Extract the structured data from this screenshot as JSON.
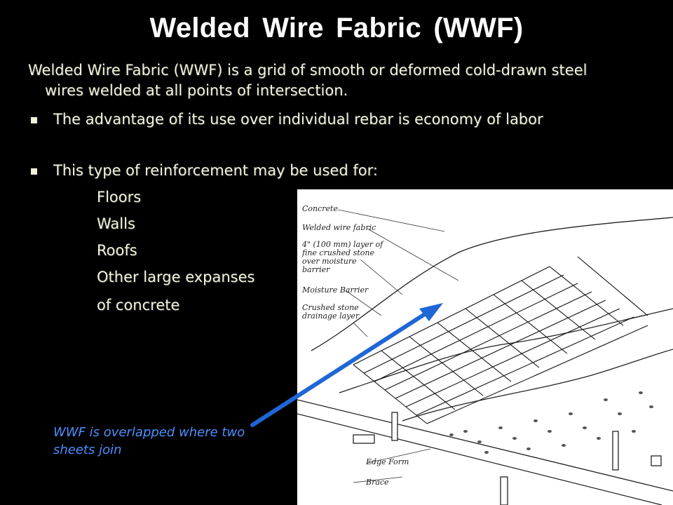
{
  "slide": {
    "title": "Welded Wire Fabric  (WWF)",
    "intro": "Welded Wire Fabric (WWF) is a grid of smooth or deformed cold-drawn steel wires welded at all points of intersection.",
    "bullets": [
      "The advantage of its use over individual rebar is economy of labor",
      "This type of reinforcement may be used for:"
    ],
    "uses": [
      "Floors",
      "Walls",
      "Roofs",
      "Other large expanses",
      "of concrete"
    ],
    "caption": "WWF is overlapped where two sheets join"
  },
  "figure": {
    "labels": [
      "Concrete",
      "Welded wire fabric",
      "4\" (100 mm) layer of fine crushed stone over moisture barrier",
      "Moisture Barrier",
      "Crushed stone drainage layer",
      "Edge Form",
      "Brace"
    ]
  },
  "colors": {
    "background": "#000000",
    "text": "#f2f2dc",
    "caption": "#4d8fff",
    "arrow": "#1f66d6"
  }
}
